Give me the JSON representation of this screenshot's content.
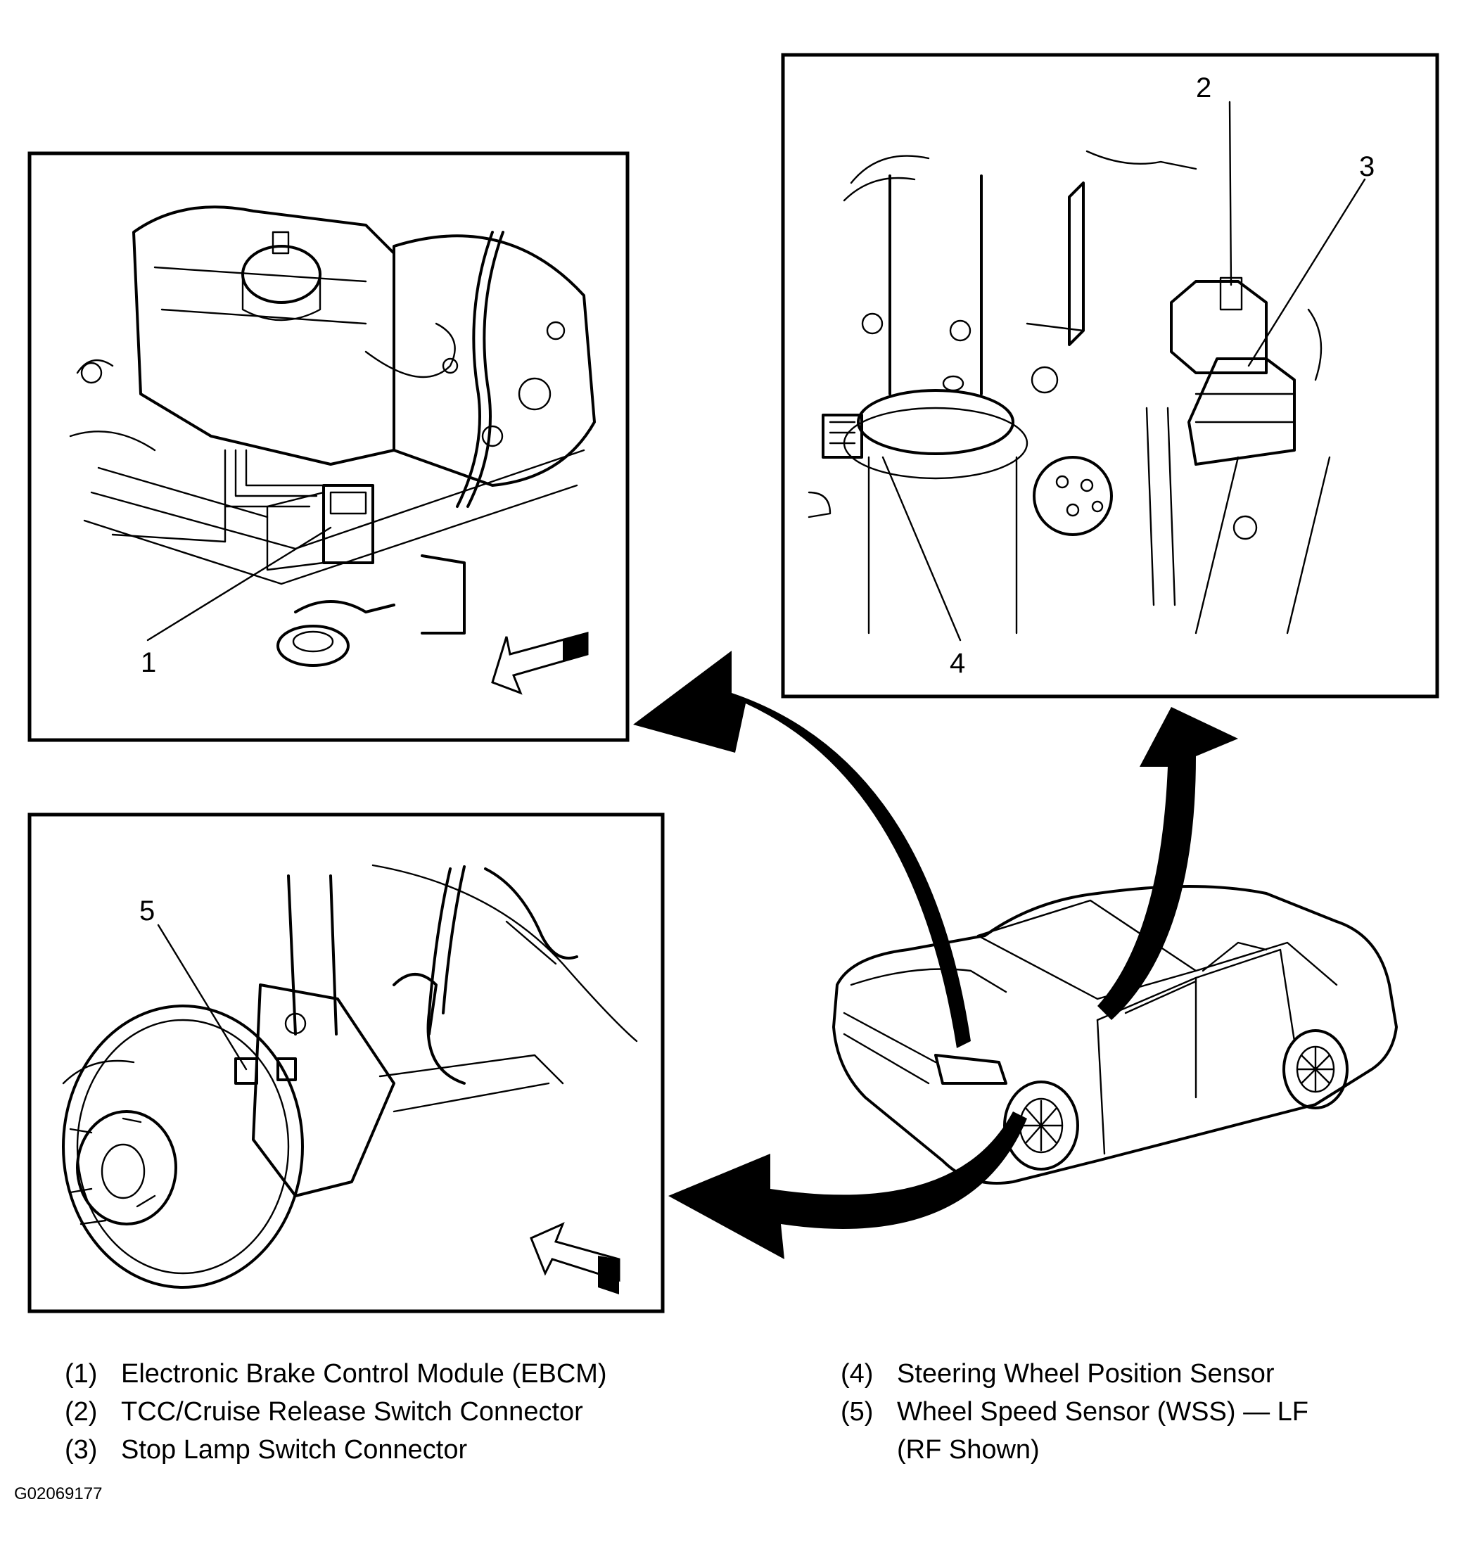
{
  "diagram": {
    "callouts": {
      "c1": "1",
      "c2": "2",
      "c3": "3",
      "c4": "4",
      "c5": "5"
    },
    "panel_icons": {
      "top_left": "engine-compartment-ebcm-drawing",
      "top_right": "steering-column-connectors-drawing",
      "bottom_left": "front-wheel-hub-wss-drawing",
      "vehicle": "sedan-vehicle-drawing",
      "direction_arrows": "view-direction-arrow-icon"
    }
  },
  "legend": {
    "left": [
      {
        "num": "(1)",
        "text": "Electronic Brake Control Module (EBCM)"
      },
      {
        "num": "(2)",
        "text": "TCC/Cruise Release Switch Connector"
      },
      {
        "num": "(3)",
        "text": "Stop Lamp Switch Connector"
      }
    ],
    "right": [
      {
        "num": "(4)",
        "text": "Steering Wheel Position Sensor"
      },
      {
        "num": "(5)",
        "text": "Wheel Speed Sensor (WSS) — LF",
        "text2": "(RF Shown)"
      }
    ]
  },
  "figure_id": "G02069177"
}
